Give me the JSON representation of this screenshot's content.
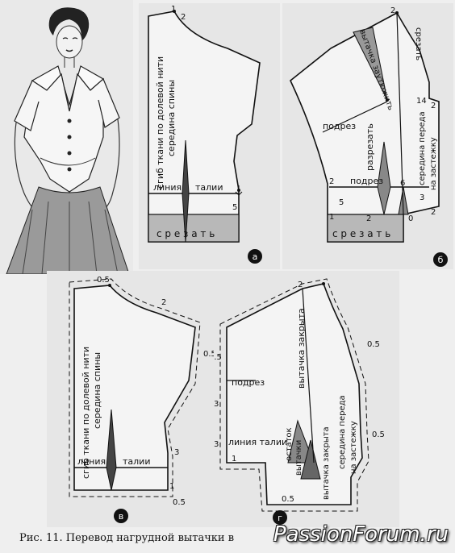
{
  "caption": {
    "text": "Рис. 11. Перевод нагрудной вытачки в"
  },
  "watermark": {
    "text": "PassionForum.ru"
  },
  "panel_a": {
    "letter": "а",
    "fold_label": "сгиб ткани по долевой нити",
    "back_center_label": "середина спины",
    "waist_label_1": "линия",
    "waist_label_2": "талии",
    "cut_label": "с р е з а т ь",
    "num_1": "1",
    "num_2": "2",
    "num_5": "5"
  },
  "panel_b": {
    "letter": "б",
    "dart_label": "вытачка заутюжить",
    "cut_off_label": "срезать",
    "slash_label": "подрез",
    "cut_along_label": "разрезать",
    "front_center_label": "середина переда",
    "fastener_label": "на застежку",
    "waist_slash_label": "подрез",
    "cut_label": "с р е з а т ь",
    "num_2": "2",
    "num_14": "14",
    "num_2b": "2",
    "num_6": "6",
    "num_3": "3",
    "num_1": "1",
    "num_5": "5",
    "num_2c": "2",
    "num_0": "0",
    "num_2d": "2",
    "num_2e": "2"
  },
  "panel_v": {
    "letter": "в",
    "fold_label": "сгиб ткани по долевой нити",
    "back_center_label": "середина спины",
    "waist_label_1": "линия",
    "waist_label_2": "талии",
    "sa_top": "0.5",
    "sa_right": "0.5",
    "sa_bottom": "0.5",
    "num_2": "2",
    "num_3": "3",
    "num_1": "1"
  },
  "panel_g": {
    "letter": "г",
    "dart_closed_label": "вытачка закрыта",
    "slash_label": "подрез",
    "remainder_label": "остаток",
    "darts_label": "вытачки",
    "waist_label": "линия талии",
    "dart_closed_label_2": "вытачка закрыта",
    "front_center_label": "середина переда",
    "fastener_label": "на застежку",
    "sa_top": "0.5",
    "sa_right": "0.5",
    "sa_bottom": "0.5",
    "sa_left": "0.5",
    "num_2": "2",
    "num_3": "3",
    "num_3b": "3",
    "num_1": "1"
  }
}
